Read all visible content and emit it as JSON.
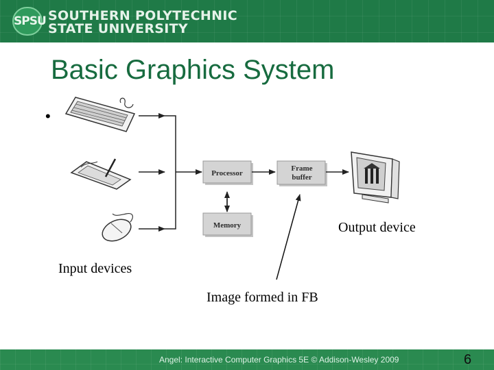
{
  "header": {
    "logo_text": "SPSU",
    "university_line1": "SOUTHERN POLYTECHNIC",
    "university_line2": "STATE UNIVERSITY"
  },
  "slide": {
    "title": "Basic Graphics System",
    "bullet": "•"
  },
  "diagram": {
    "boxes": {
      "processor": "Processor",
      "memory": "Memory",
      "frame_buffer_line1": "Frame",
      "frame_buffer_line2": "buffer"
    },
    "labels": {
      "output_device": "Output device",
      "input_devices": "Input devices",
      "image_formed": "Image formed in FB"
    },
    "icons": [
      "keyboard-icon",
      "tablet-stylus-icon",
      "mouse-icon",
      "monitor-icon"
    ]
  },
  "footer": {
    "credit": "Angel: Interactive Computer Graphics 5E © Addison-Wesley 2009",
    "page_number": "6"
  },
  "colors": {
    "brand_green": "#1f7a47",
    "title_green": "#176b3f",
    "box_gray": "#d4d4d4"
  }
}
